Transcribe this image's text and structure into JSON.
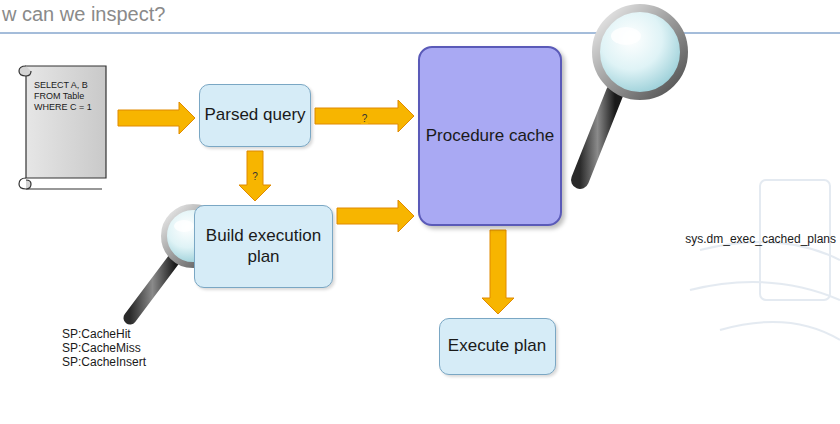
{
  "diagram": {
    "title": "w can we inspect?",
    "nodes": [
      {
        "text": [
          "SELECT A, B FROM Table WHERE C = 1"
        ]
      },
      {
        "text": [
          "Parsed query"
        ]
      },
      {
        "text": [
          "Build execution plan"
        ]
      },
      {
        "text": [
          "Procedure cache"
        ]
      },
      {
        "text": [
          "Execute plan"
        ]
      }
    ],
    "edges": [
      {
        "from": 0,
        "to": 1,
        "arrow": "to"
      },
      {
        "from": 1,
        "to": 3,
        "label": "?",
        "arrow": "to"
      },
      {
        "from": 1,
        "to": 2,
        "label": "?",
        "arrow": "to"
      },
      {
        "from": 2,
        "to": 3,
        "arrow": "to"
      },
      {
        "from": 3,
        "to": 4,
        "arrow": "to"
      }
    ],
    "labels": [
      "SP:CacheHit",
      "SP:CacheMiss",
      "SP:CacheInsert",
      "sys.dm_exec_cached_plans"
    ]
  }
}
